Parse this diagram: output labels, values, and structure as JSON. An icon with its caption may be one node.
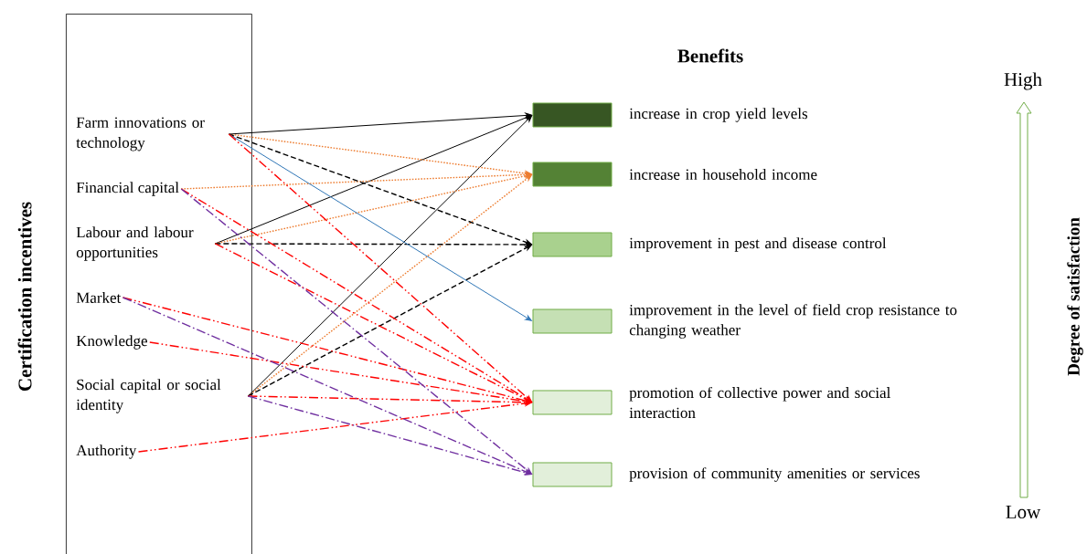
{
  "diagram": {
    "title": "Benefits",
    "nodes": [
      {
        "text": [
          "Certification incentives"
        ]
      },
      {
        "text": [
          "Farm innovations or technology"
        ],
        "in": 0
      },
      {
        "text": [
          "Financial capital"
        ],
        "in": 0
      },
      {
        "text": [
          "Labour and labour opportunities"
        ],
        "in": 0
      },
      {
        "text": [
          "Market"
        ],
        "in": 0
      },
      {
        "text": [
          "Knowledge"
        ],
        "in": 0
      },
      {
        "text": [
          "Social capital or social identity"
        ],
        "in": 0
      },
      {
        "text": [
          "Authority"
        ],
        "in": 0
      },
      {
        "text": [],
        "shape": "box",
        "beside": [
          "increase in crop yield levels"
        ]
      },
      {
        "text": [],
        "shape": "box",
        "beside": [
          "increase in household income"
        ]
      },
      {
        "text": [],
        "shape": "box",
        "beside": [
          "improvement in pest and disease control"
        ]
      },
      {
        "text": [],
        "shape": "box",
        "beside": [
          "improvement in the level of field crop resistance to changing weather"
        ]
      },
      {
        "text": [],
        "shape": "box",
        "beside": [
          "promotion of collective power and social interaction"
        ]
      },
      {
        "text": [],
        "shape": "box",
        "beside": [
          "provision of community amenities or services"
        ]
      }
    ],
    "edges": [
      {
        "from": 1,
        "to": 8,
        "arrow": "to",
        "color": "#000000"
      },
      {
        "from": 3,
        "to": 8,
        "arrow": "to",
        "color": "#000000"
      },
      {
        "from": 6,
        "to": 8,
        "arrow": "to",
        "color": "#000000"
      },
      {
        "from": 1,
        "to": 9,
        "arrow": "to",
        "style": "dashed",
        "color": "#ed7d31"
      },
      {
        "from": 2,
        "to": 9,
        "arrow": "to",
        "style": "dashed",
        "color": "#ed7d31"
      },
      {
        "from": 3,
        "to": 9,
        "arrow": "to",
        "style": "dashed",
        "color": "#ed7d31"
      },
      {
        "from": 6,
        "to": 9,
        "arrow": "to",
        "style": "dashed",
        "color": "#ed7d31"
      },
      {
        "from": 1,
        "to": 10,
        "arrow": "to",
        "style": "dashed",
        "color": "#000000"
      },
      {
        "from": 3,
        "to": 10,
        "arrow": "to",
        "style": "dashed",
        "color": "#000000"
      },
      {
        "from": 6,
        "to": 10,
        "arrow": "to",
        "style": "dashed",
        "color": "#000000"
      },
      {
        "from": 1,
        "to": 11,
        "arrow": "to",
        "color": "#2e75b6"
      },
      {
        "from": 1,
        "to": 12,
        "arrow": "to",
        "style": "dashed",
        "color": "#ff0000"
      },
      {
        "from": 2,
        "to": 12,
        "arrow": "to",
        "style": "dashed",
        "color": "#ff0000"
      },
      {
        "from": 3,
        "to": 12,
        "arrow": "to",
        "style": "dashed",
        "color": "#ff0000"
      },
      {
        "from": 4,
        "to": 12,
        "arrow": "to",
        "style": "dashed",
        "color": "#ff0000"
      },
      {
        "from": 5,
        "to": 12,
        "arrow": "to",
        "style": "dashed",
        "color": "#ff0000"
      },
      {
        "from": 6,
        "to": 12,
        "arrow": "to",
        "style": "dashed",
        "color": "#ff0000"
      },
      {
        "from": 7,
        "to": 12,
        "arrow": "to",
        "style": "dashed",
        "color": "#ff0000"
      },
      {
        "from": 2,
        "to": 13,
        "arrow": "to",
        "style": "dashed",
        "color": "#7030a0"
      },
      {
        "from": 4,
        "to": 13,
        "arrow": "to",
        "style": "dashed",
        "color": "#7030a0"
      },
      {
        "from": 6,
        "to": 13,
        "arrow": "to",
        "style": "dashed",
        "color": "#7030a0"
      }
    ],
    "labels": [
      "High",
      "Low",
      "Degree of satisfaction"
    ]
  }
}
